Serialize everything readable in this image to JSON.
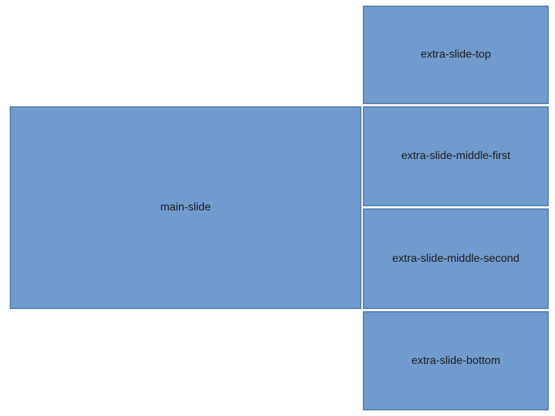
{
  "canvas": {
    "background_color": "#ffffff",
    "shape_fill_color": "#6f9bce",
    "shape_border_color": "#5985b5",
    "text_color": "#1c1c1c"
  },
  "slides": {
    "main": {
      "label": "main-slide"
    },
    "extra_top": {
      "label": "extra-slide-top"
    },
    "extra_middle_first": {
      "label": "extra-slide-middle-first"
    },
    "extra_middle_second": {
      "label": "extra-slide-middle-second"
    },
    "extra_bottom": {
      "label": "extra-slide-bottom"
    }
  }
}
